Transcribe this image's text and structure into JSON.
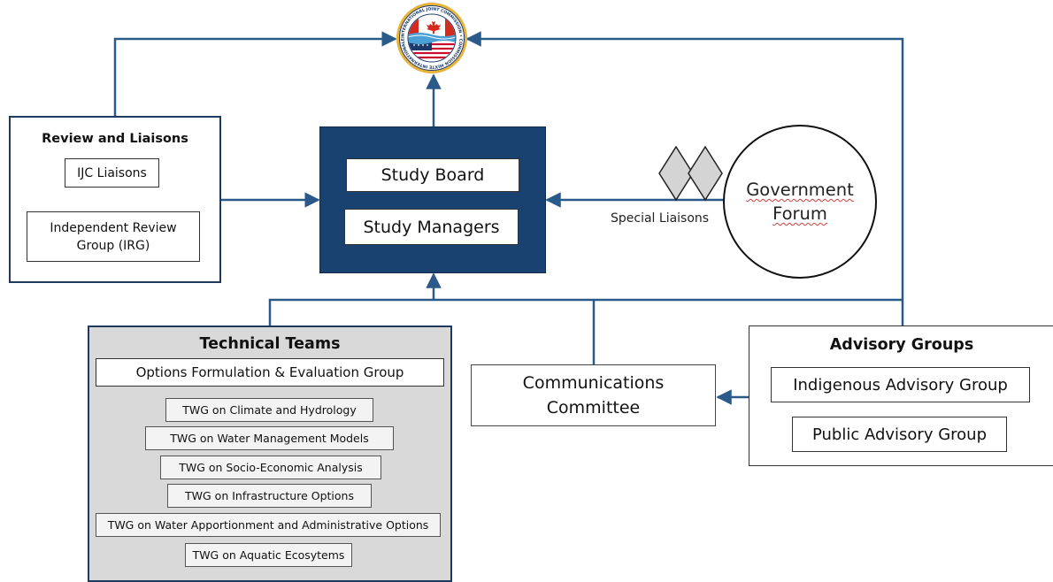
{
  "seal": {
    "ring_text": "INTERNATIONAL JOINT COMMISSION • COMMISSION MIXTE INTERNATIONALE"
  },
  "review": {
    "title": "Review and Liaisons",
    "ijc_liaisons": "IJC Liaisons",
    "irg_line1": "Independent Review",
    "irg_line2": "Group (IRG)"
  },
  "center": {
    "study_board": "Study Board",
    "study_managers": "Study Managers"
  },
  "government": {
    "line1": "Government",
    "line2": "Forum",
    "special_liaisons": "Special Liaisons"
  },
  "technical": {
    "title": "Technical Teams",
    "ofeg": "Options Formulation & Evaluation Group",
    "twgs": [
      "TWG on Climate and Hydrology",
      "TWG on Water Management Models",
      "TWG on Socio-Economic Analysis",
      "TWG on Infrastructure Options",
      "TWG on Water Apportionment and Administrative Options",
      "TWG on Aquatic Ecosytems"
    ]
  },
  "communications": {
    "line1": "Communications",
    "line2": "Committee"
  },
  "advisory": {
    "title": "Advisory Groups",
    "indigenous": "Indigenous Advisory Group",
    "public": "Public Advisory Group"
  },
  "colors": {
    "navy": "#1a4270",
    "connector": "#2a5a8a",
    "red_arrow": "#c00000",
    "grey_panel": "#d9d9d9"
  }
}
